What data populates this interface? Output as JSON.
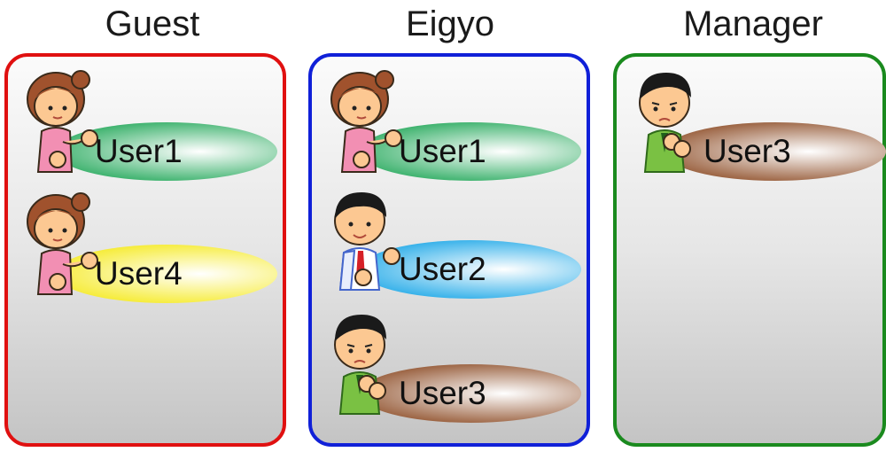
{
  "groups": [
    {
      "title": "Guest",
      "border_color": "#e01010",
      "members": [
        {
          "label": "User1",
          "avatar": "woman-icon",
          "ellipse_color": "#3fb36f"
        },
        {
          "label": "User4",
          "avatar": "woman-icon",
          "ellipse_color": "#f6ec3a"
        }
      ]
    },
    {
      "title": "Eigyo",
      "border_color": "#1020d8",
      "members": [
        {
          "label": "User1",
          "avatar": "woman-icon",
          "ellipse_color": "#3fb36f"
        },
        {
          "label": "User2",
          "avatar": "businessman-icon",
          "ellipse_color": "#38b2ea"
        },
        {
          "label": "User3",
          "avatar": "man-green-icon",
          "ellipse_color": "#9c6443"
        }
      ]
    },
    {
      "title": "Manager",
      "border_color": "#1a8a1e",
      "members": [
        {
          "label": "User3",
          "avatar": "man-green-icon",
          "ellipse_color": "#9c6443"
        }
      ]
    }
  ]
}
